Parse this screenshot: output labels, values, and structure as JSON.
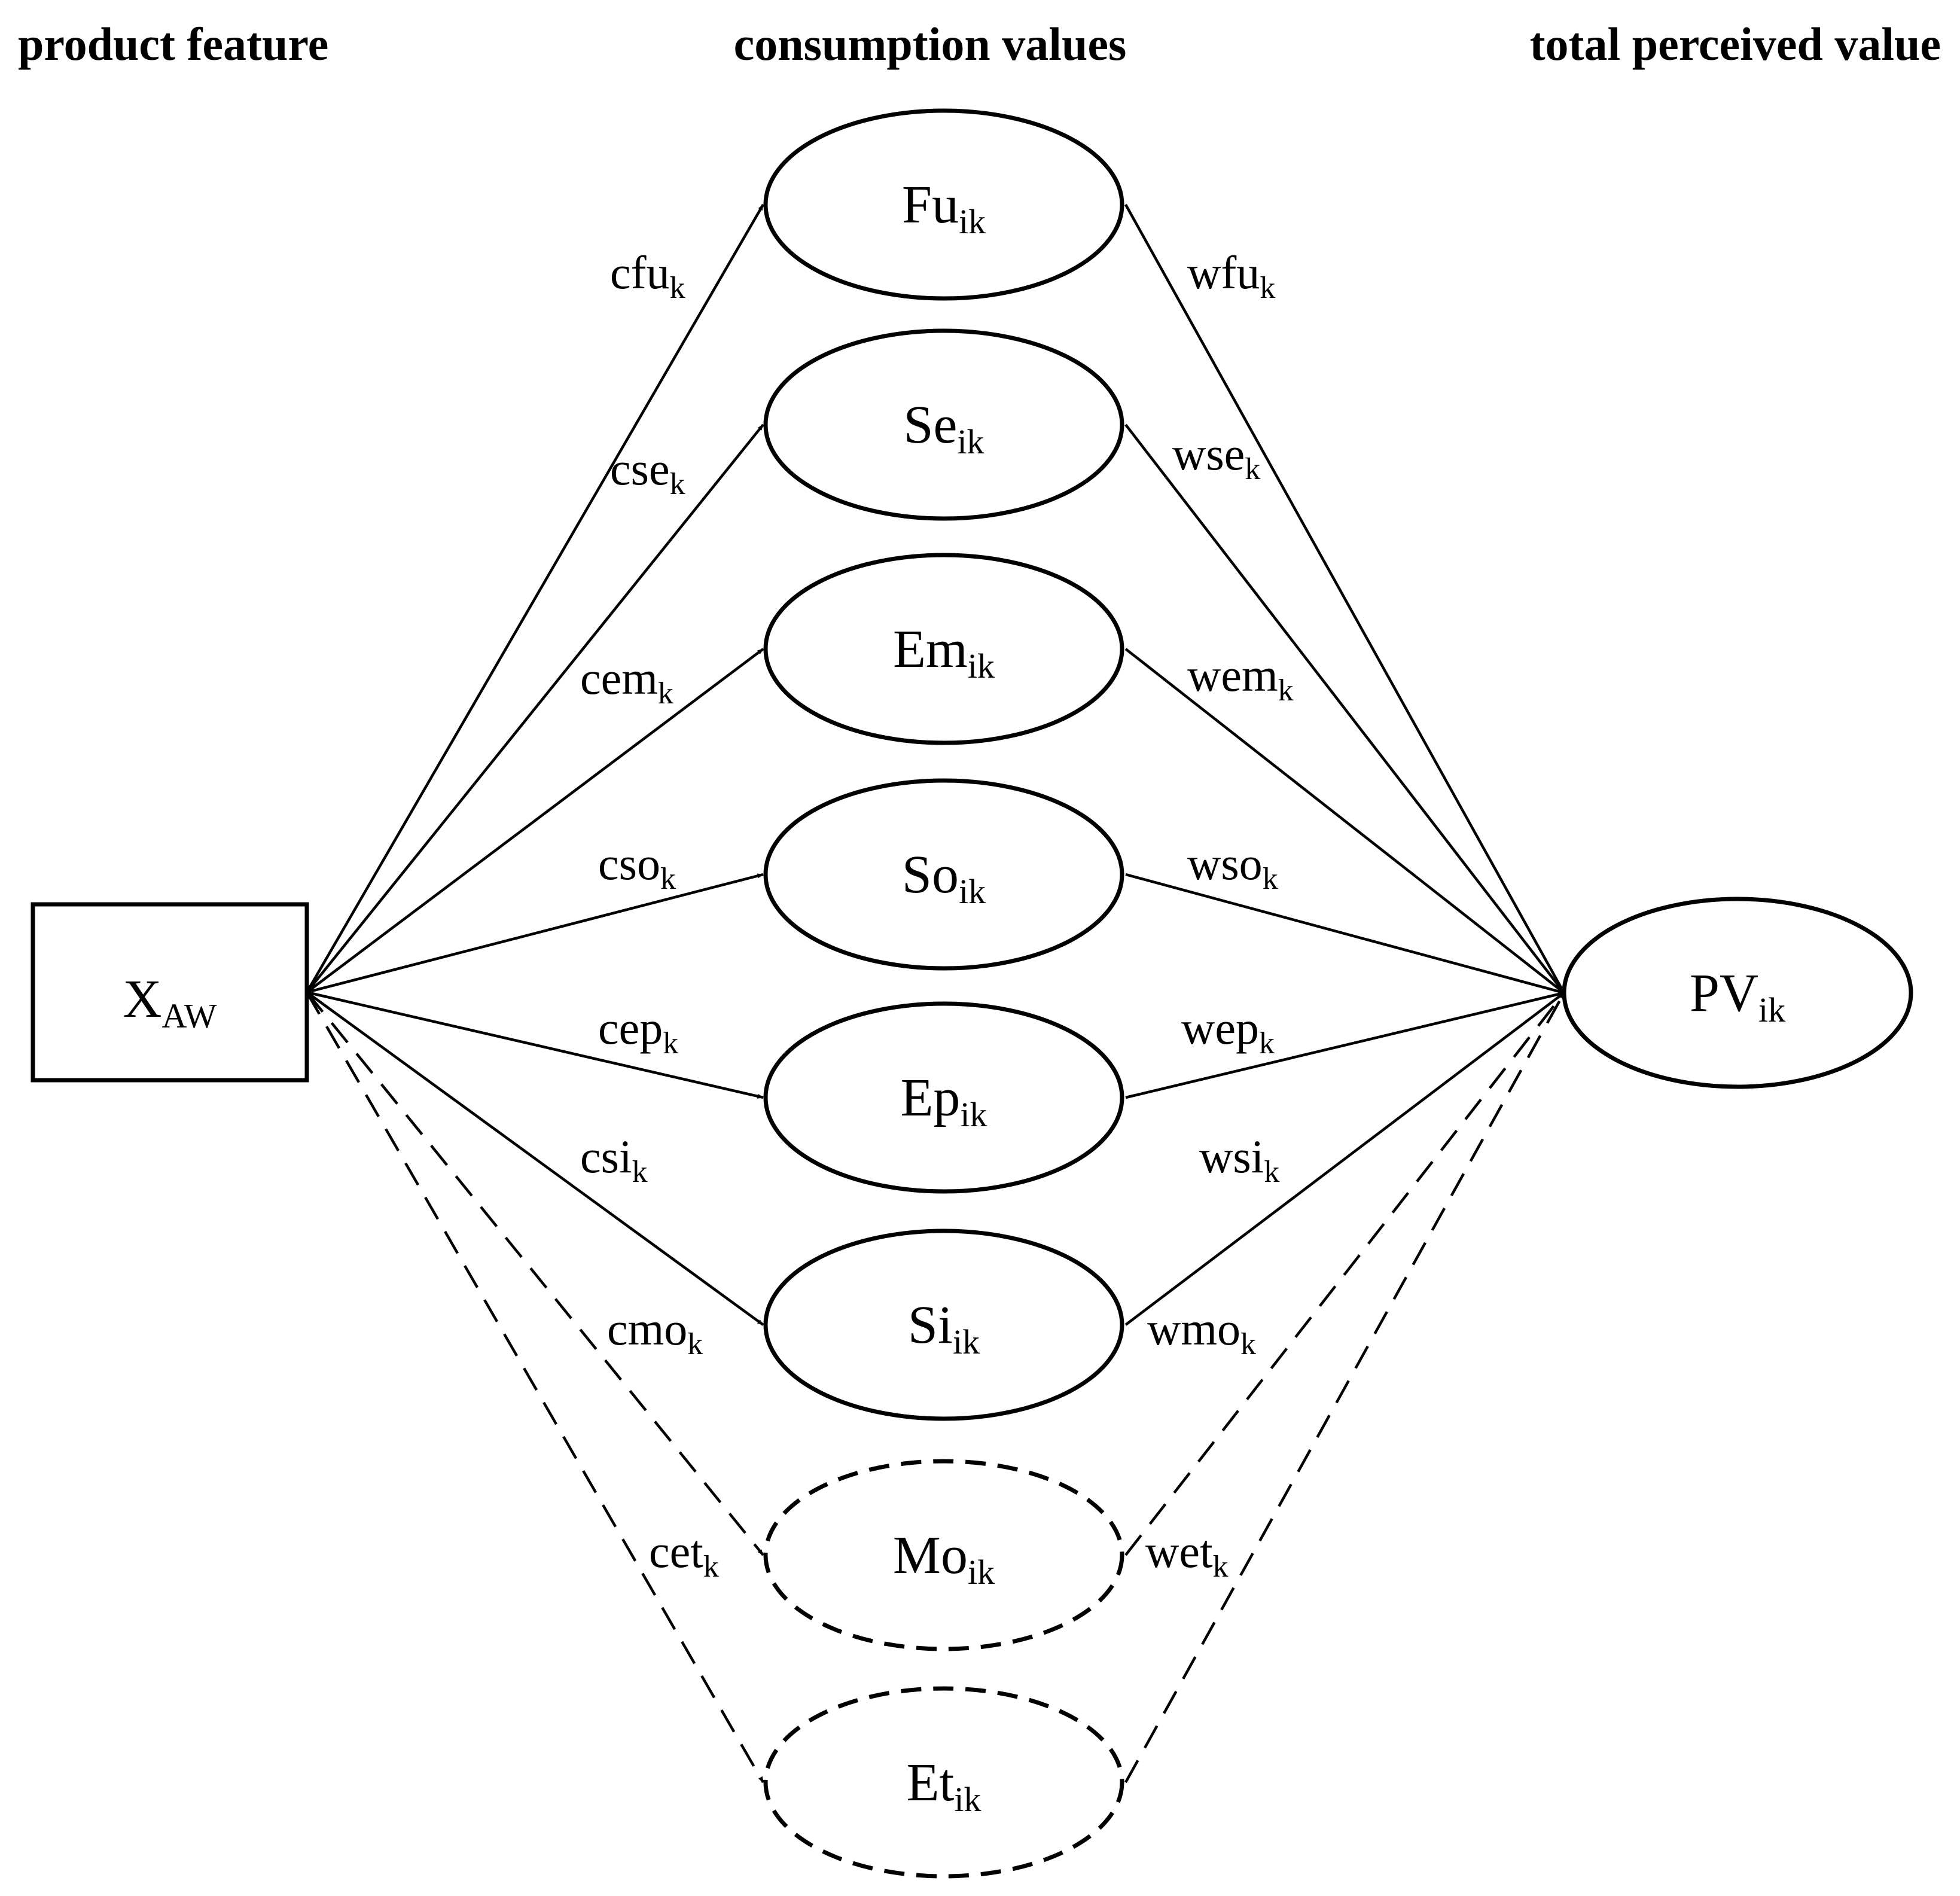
{
  "headers": {
    "product_feature": "product feature",
    "consumption_values": "consumption values",
    "total_perceived_value": "total perceived value"
  },
  "input_node": {
    "main": "X",
    "sub": "AW"
  },
  "output_node": {
    "main": "PV",
    "sub": "ik"
  },
  "value_nodes": [
    {
      "main": "Fu",
      "sub": "ik",
      "dashed": false,
      "c_main": "cfu",
      "c_sub": "k",
      "w_main": "wfu",
      "w_sub": "k"
    },
    {
      "main": "Se",
      "sub": "ik",
      "dashed": false,
      "c_main": "cse",
      "c_sub": "k",
      "w_main": "wse",
      "w_sub": "k"
    },
    {
      "main": "Em",
      "sub": "ik",
      "dashed": false,
      "c_main": "cem",
      "c_sub": "k",
      "w_main": "wem",
      "w_sub": "k"
    },
    {
      "main": "So",
      "sub": "ik",
      "dashed": false,
      "c_main": "cso",
      "c_sub": "k",
      "w_main": "wso",
      "w_sub": "k"
    },
    {
      "main": "Ep",
      "sub": "ik",
      "dashed": false,
      "c_main": "cep",
      "c_sub": "k",
      "w_main": "wep",
      "w_sub": "k"
    },
    {
      "main": "Si",
      "sub": "ik",
      "dashed": false,
      "c_main": "csi",
      "c_sub": "k",
      "w_main": "wsi",
      "w_sub": "k"
    },
    {
      "main": "Mo",
      "sub": "ik",
      "dashed": true,
      "c_main": "cmo",
      "c_sub": "k",
      "w_main": "wmo",
      "w_sub": "k"
    },
    {
      "main": "Et",
      "sub": "ik",
      "dashed": true,
      "c_main": "cet",
      "c_sub": "k",
      "w_main": "wet",
      "w_sub": "k"
    }
  ]
}
